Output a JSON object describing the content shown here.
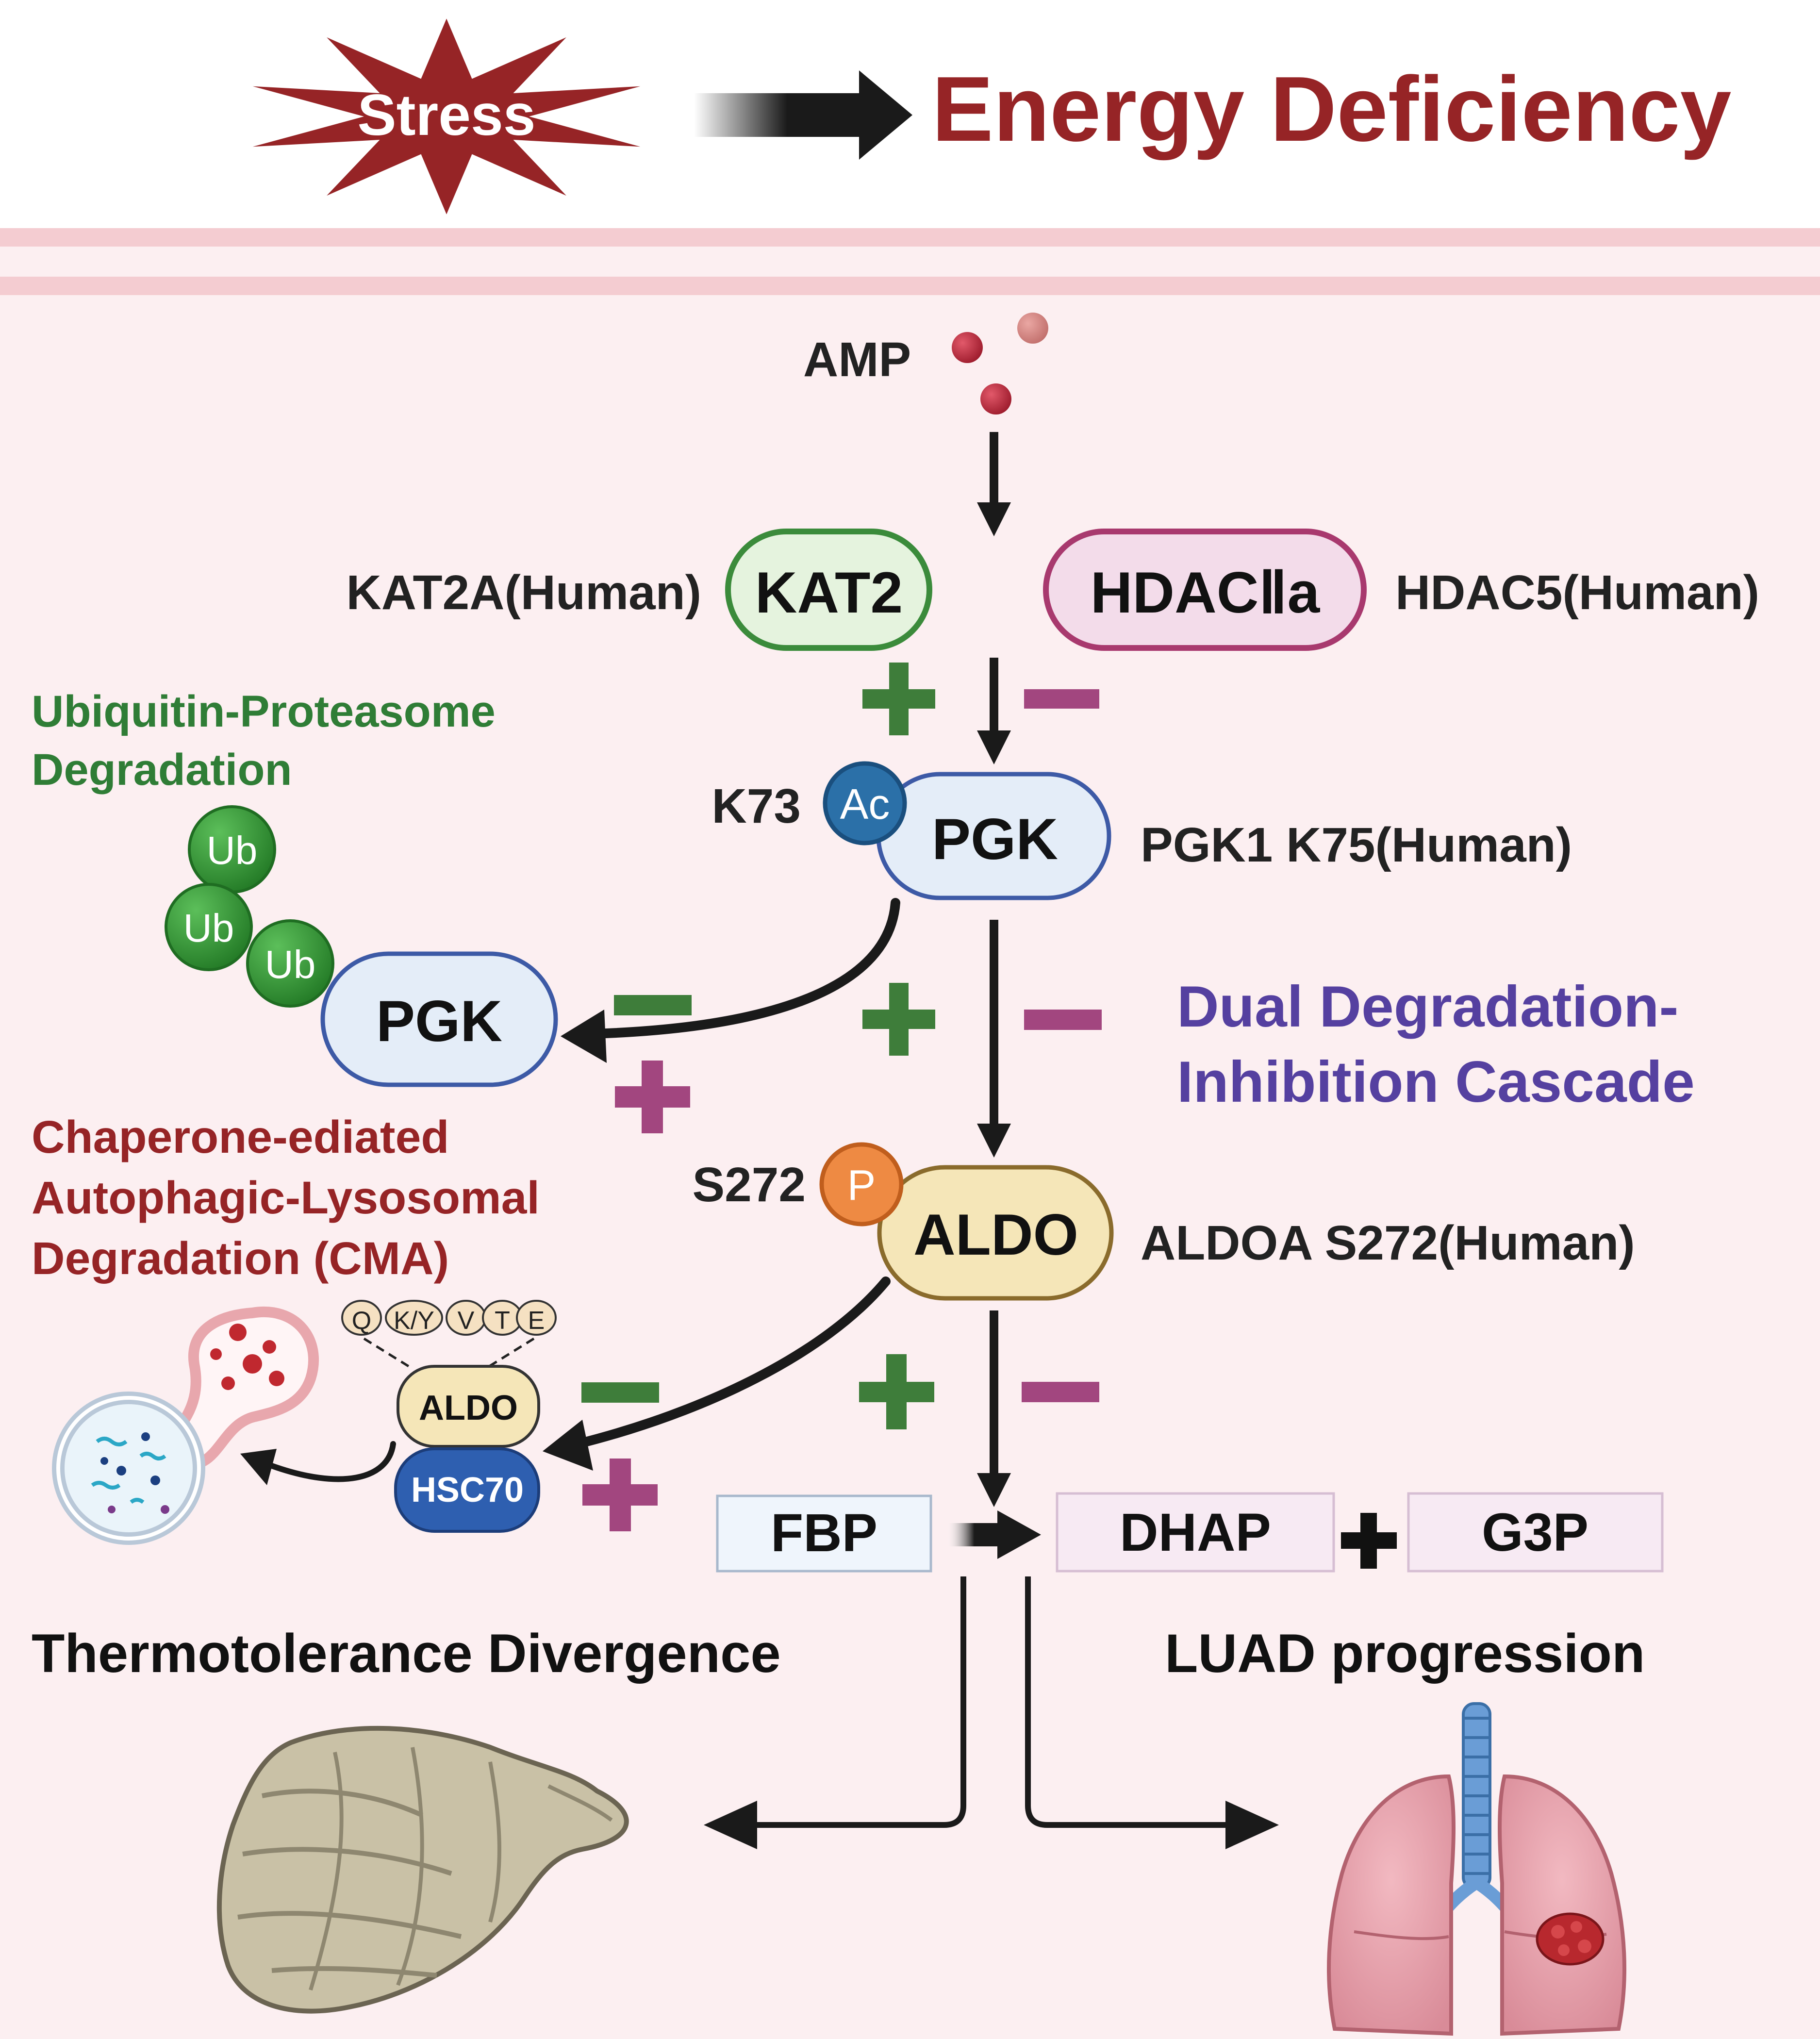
{
  "header": {
    "stress_label": "Stress",
    "title": "Energy Deficiency"
  },
  "amp": {
    "label": "AMP"
  },
  "kat": {
    "label": "KAT2",
    "human": "KAT2A(Human)"
  },
  "hdac": {
    "label": "HDACⅡa",
    "human": "HDAC5(Human)"
  },
  "pgk": {
    "label": "PGK",
    "site": "K73",
    "mod": "Ac",
    "human": "PGK1 K75(Human)"
  },
  "ups": {
    "title_line1": "Ubiquitin-Proteasome",
    "title_line2": "Degradation",
    "ub": [
      "Ub",
      "Ub",
      "Ub"
    ],
    "pgk_label": "PGK"
  },
  "cascade": {
    "line1": "Dual Degradation-",
    "line2": "Inhibition Cascade"
  },
  "aldo": {
    "label": "ALDO",
    "site": "S272",
    "mod": "P",
    "human": "ALDOA S272(Human)"
  },
  "cma": {
    "line1": "Chaperone-ediated",
    "line2": "Autophagic-Lysosomal",
    "line3": "Degradation (CMA)",
    "motif": [
      "Q",
      "K/Y",
      "V",
      "T",
      "E"
    ],
    "aldo_label": "ALDO",
    "hsc70_label": "HSC70"
  },
  "signs": {
    "plus": "+",
    "minus": "−"
  },
  "reaction": {
    "substrate": "FBP",
    "product1": "DHAP",
    "product2": "G3P",
    "plus": "+"
  },
  "outcomes": {
    "left": "Thermotolerance Divergence",
    "right": "LUAD progression"
  },
  "colors": {
    "dark_red": "#8B1E22",
    "green": "#3E7D3A",
    "magenta": "#A2467F",
    "purple": "#5540A0",
    "band": "#F8EEF0"
  },
  "icons": [
    "stress-star-icon",
    "amp-molecule-icon",
    "ubiquitin-icon",
    "lysosome-icon",
    "oyster-icon",
    "lungs-icon"
  ]
}
